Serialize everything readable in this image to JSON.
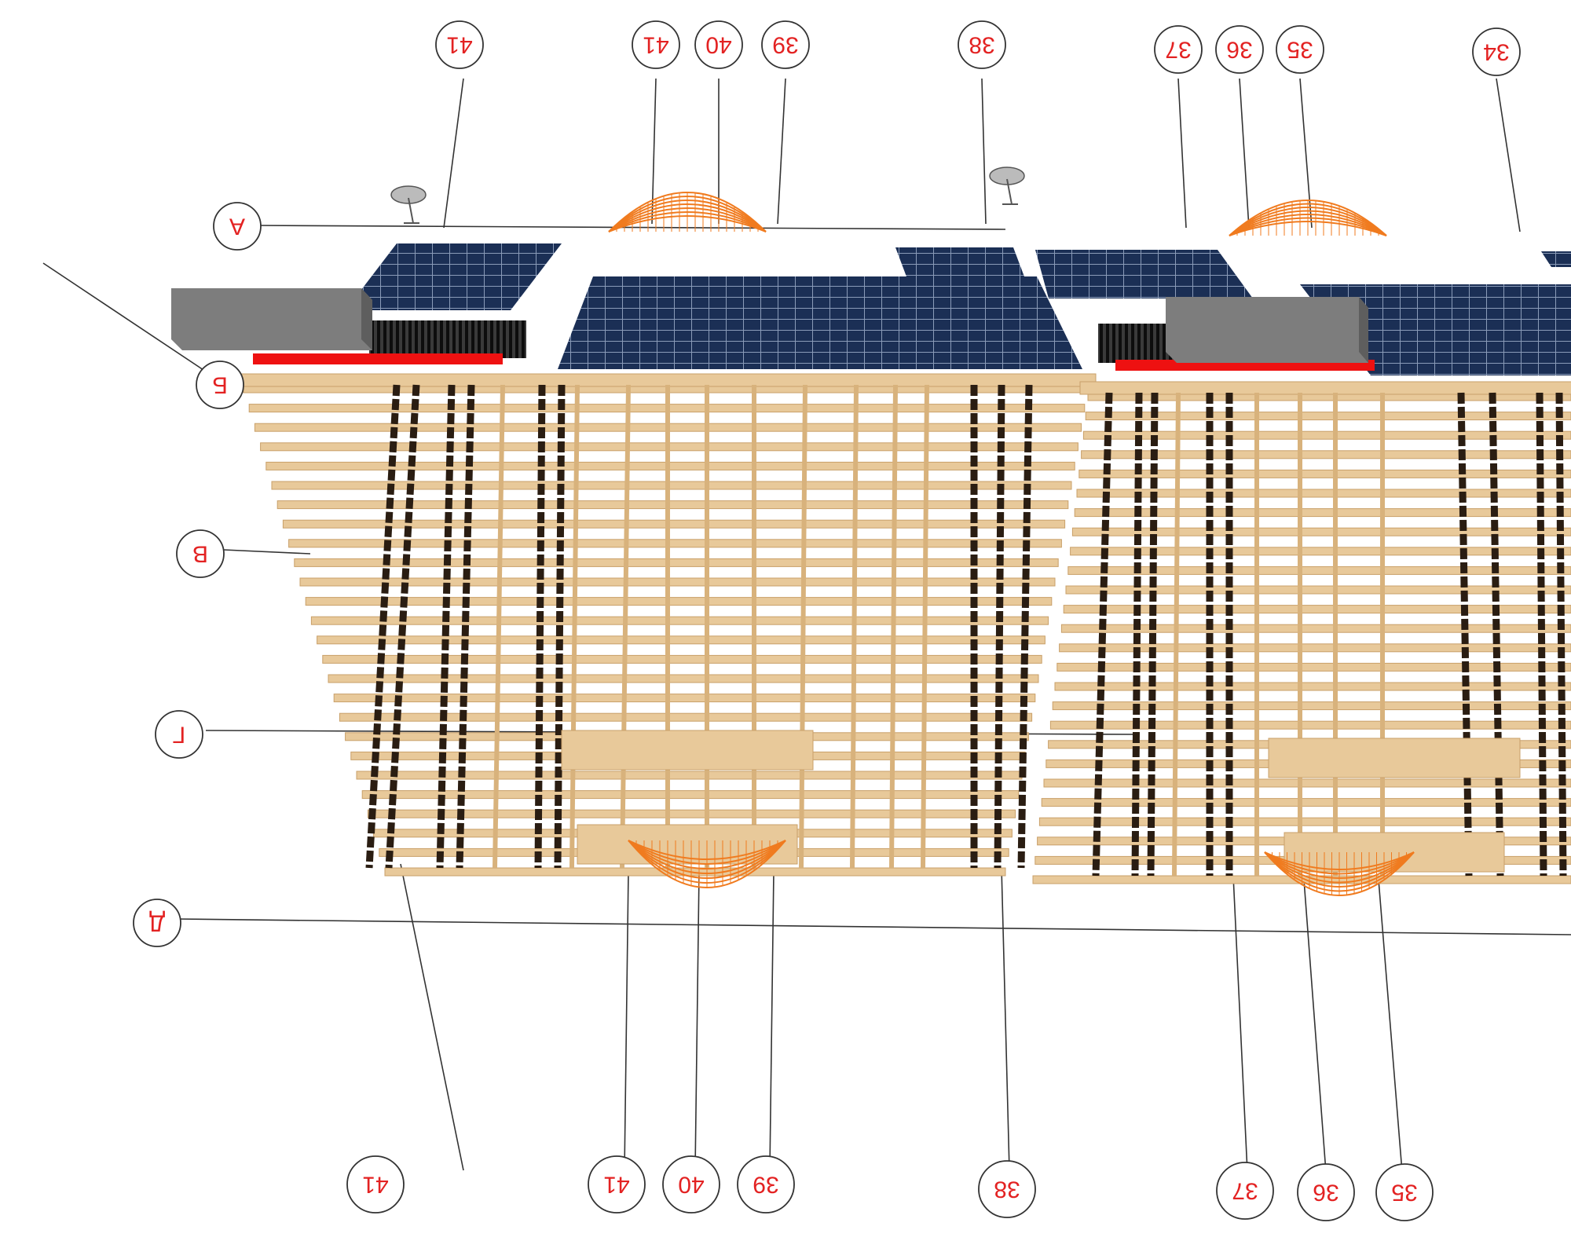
{
  "diagram": {
    "axis_bubbles_top": [
      "41",
      "41",
      "40",
      "39",
      "38",
      "37",
      "36",
      "35",
      "34"
    ],
    "axis_bubbles_bottom": [
      "41",
      "41",
      "40",
      "39",
      "38",
      "37",
      "36",
      "35"
    ],
    "row_bubbles": [
      "А",
      "Б",
      "В",
      "Г",
      "Д"
    ],
    "colors": {
      "bubble_text": "#e32222",
      "timber": "#e8c99a",
      "timber_edge": "#c9a06a",
      "dark_member": "#2a1d12",
      "solar_panel": "#1b2f55",
      "solar_grid": "#7d8fae",
      "arch_orange": "#f07b1f",
      "red_strip": "#ee1111",
      "grey_box": "#808080"
    },
    "icons": [
      "satellite-dish-icon",
      "satellite-dish-icon"
    ]
  }
}
